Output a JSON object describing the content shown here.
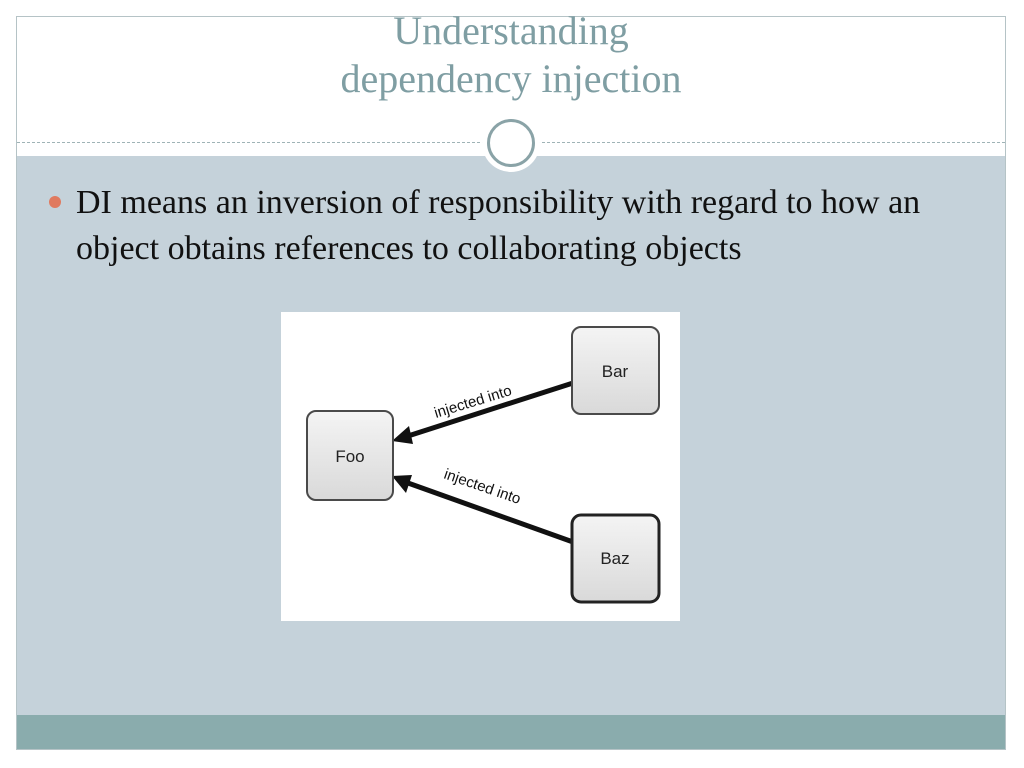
{
  "slide": {
    "title_line1": "Understanding",
    "title_line2": "dependency injection",
    "bullet": "DI means an inversion of responsibility with regard to how an object obtains references to collaborating objects"
  },
  "diagram": {
    "nodes": {
      "foo": "Foo",
      "bar": "Bar",
      "baz": "Baz"
    },
    "edges": {
      "bar_to_foo": "injected into",
      "baz_to_foo": "injected into"
    }
  },
  "colors": {
    "title": "#7f9ea3",
    "content_bg": "#c5d2da",
    "footer": "#8aacad",
    "bullet": "#e07a5f"
  }
}
